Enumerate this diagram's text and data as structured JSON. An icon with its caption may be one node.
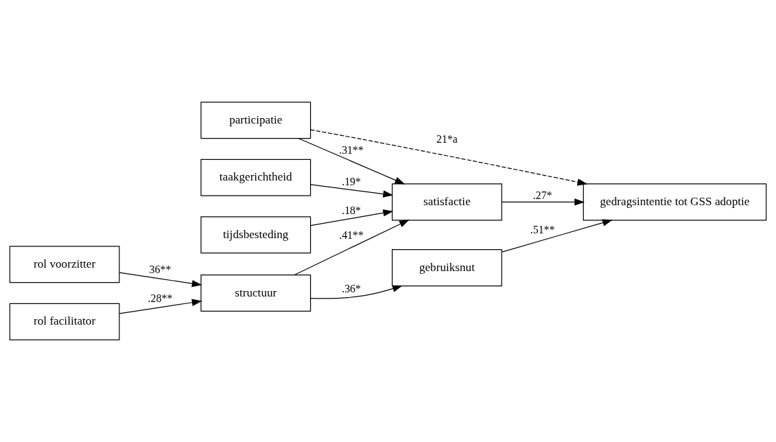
{
  "diagram": {
    "nodes": [
      {
        "text": [
          "participatie"
        ]
      },
      {
        "text": [
          "taakgerichtheid"
        ]
      },
      {
        "text": [
          "satisfactie"
        ]
      },
      {
        "text": [
          "tijdsbesteding"
        ]
      },
      {
        "text": [
          "gedragsintentie tot GSS adoptie"
        ]
      },
      {
        "text": [
          "rol voorzitter"
        ]
      },
      {
        "text": [
          "gebruiksnut"
        ]
      },
      {
        "text": [
          "structuur"
        ]
      },
      {
        "text": [
          "rol facilitator"
        ]
      }
    ],
    "edges": [
      {
        "from": 0,
        "to": 2,
        "arrow": "to",
        "label": ".31**"
      },
      {
        "from": 0,
        "to": 4,
        "arrow": "to",
        "label": "21*a",
        "style": "dashed"
      },
      {
        "from": 1,
        "to": 2,
        "arrow": "to",
        "label": ".19*"
      },
      {
        "from": 3,
        "to": 2,
        "arrow": "to",
        "label": ".18*"
      },
      {
        "from": 2,
        "to": 4,
        "arrow": "to",
        "label": ".27*"
      },
      {
        "from": 5,
        "to": 7,
        "arrow": "to",
        "label": "36**"
      },
      {
        "from": 8,
        "to": 7,
        "arrow": "to",
        "label": ".28**"
      },
      {
        "from": 7,
        "to": 2,
        "arrow": "to",
        "label": ".41**"
      },
      {
        "from": 7,
        "to": 6,
        "arrow": "to",
        "label": ".36*"
      },
      {
        "from": 6,
        "to": 4,
        "arrow": "to",
        "label": ".51**"
      }
    ]
  }
}
